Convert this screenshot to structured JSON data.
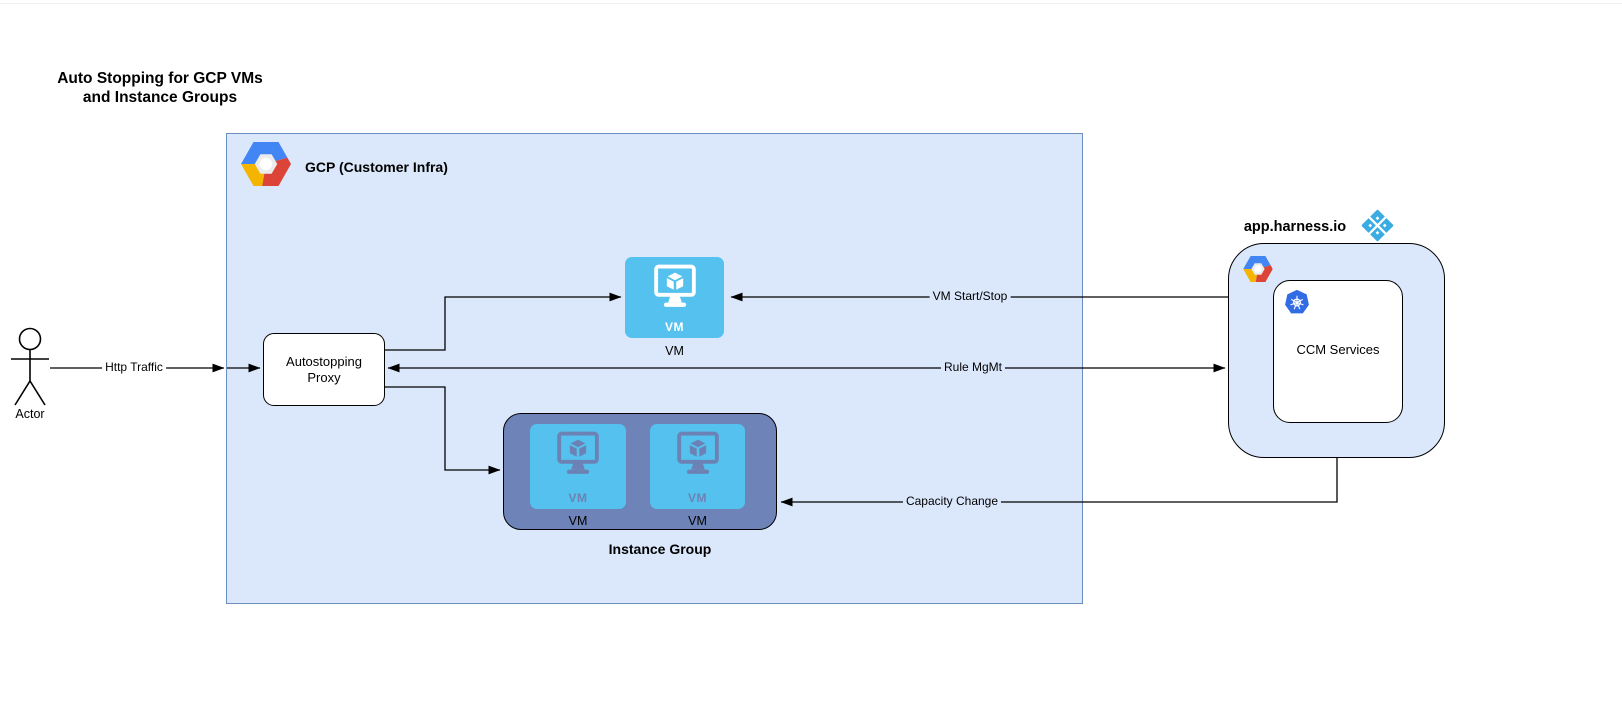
{
  "title": {
    "line1": "Auto Stopping for GCP VMs",
    "line2": "and Instance Groups"
  },
  "actor": {
    "label": "Actor"
  },
  "edges": {
    "http_traffic": "Http Traffic",
    "vm_start_stop": "VM Start/Stop",
    "rule_mgmt": "Rule MgMt",
    "capacity_change": "Capacity Change"
  },
  "gcp": {
    "label": "GCP (Customer Infra)"
  },
  "proxy": {
    "line1": "Autostopping",
    "line2": "Proxy"
  },
  "vm": {
    "tile_label": "VM",
    "caption": "VM"
  },
  "instance_group": {
    "caption": "Instance Group",
    "vms": [
      {
        "tile_label": "VM",
        "caption": "VM"
      },
      {
        "tile_label": "VM",
        "caption": "VM"
      }
    ]
  },
  "harness": {
    "domain": "app.harness.io",
    "ccm": {
      "label": "CCM Services"
    }
  },
  "colors": {
    "container_fill": "#dbe8fb",
    "container_stroke": "#6c8ebf",
    "vm_blue": "#55c1ee",
    "group_fill": "#6e84b8",
    "group_icon": "#6d82b4",
    "harness_blue": "#3aace3",
    "k8s_blue": "#326ce5",
    "gcp_blue": "#4285f4",
    "gcp_red": "#db4437",
    "gcp_yellow": "#f4b400",
    "line": "#000000"
  }
}
